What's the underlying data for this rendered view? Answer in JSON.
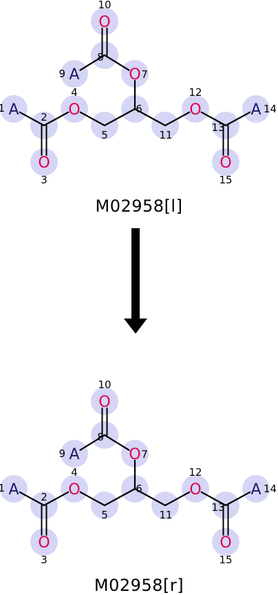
{
  "colors": {
    "highlight": "#d5d5f5",
    "oxygen": "#e0004d",
    "atom_a": "#1a1a66",
    "bond": "#000000",
    "arrow": "#000000"
  },
  "molecules": [
    {
      "caption": "M02958[l]",
      "atoms": [
        {
          "id": "1",
          "element": "A"
        },
        {
          "id": "2",
          "element": "C"
        },
        {
          "id": "3",
          "element": "O"
        },
        {
          "id": "4",
          "element": "O"
        },
        {
          "id": "5",
          "element": "C"
        },
        {
          "id": "6",
          "element": "C"
        },
        {
          "id": "7",
          "element": "O"
        },
        {
          "id": "8",
          "element": "C"
        },
        {
          "id": "9",
          "element": "A"
        },
        {
          "id": "10",
          "element": "O"
        },
        {
          "id": "11",
          "element": "C"
        },
        {
          "id": "12",
          "element": "O"
        },
        {
          "id": "13",
          "element": "C"
        },
        {
          "id": "14",
          "element": "A"
        },
        {
          "id": "15",
          "element": "O"
        }
      ]
    },
    {
      "caption": "M02958[r]",
      "atoms": [
        {
          "id": "1",
          "element": "A"
        },
        {
          "id": "2",
          "element": "C"
        },
        {
          "id": "3",
          "element": "O"
        },
        {
          "id": "4",
          "element": "O"
        },
        {
          "id": "5",
          "element": "C"
        },
        {
          "id": "6",
          "element": "C"
        },
        {
          "id": "7",
          "element": "O"
        },
        {
          "id": "8",
          "element": "C"
        },
        {
          "id": "9",
          "element": "A"
        },
        {
          "id": "10",
          "element": "O"
        },
        {
          "id": "11",
          "element": "C"
        },
        {
          "id": "12",
          "element": "O"
        },
        {
          "id": "13",
          "element": "C"
        },
        {
          "id": "14",
          "element": "A"
        },
        {
          "id": "15",
          "element": "O"
        }
      ]
    }
  ]
}
